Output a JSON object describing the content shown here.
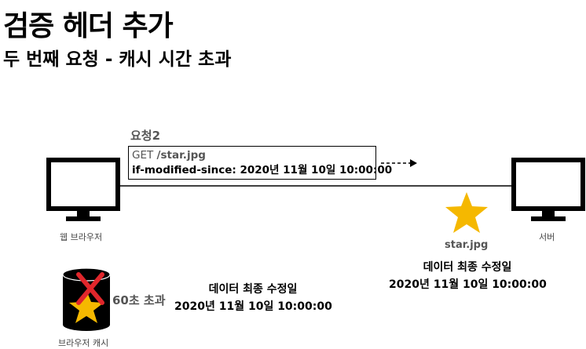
{
  "title": "검증 헤더 추가",
  "subtitle": "두 번째 요청 - 캐시 시간 초과",
  "request": {
    "label": "요청2",
    "method": "GET",
    "path": "/star.jpg",
    "header": "if-modified-since: 2020년 11월 10일 10:00:00"
  },
  "browser": {
    "label": "웹 브라우저"
  },
  "server": {
    "label": "서버",
    "file_name": "star.jpg",
    "modified_label": "데이터 최종 수정일",
    "modified_value": "2020년 11월 10일 10:00:00"
  },
  "cache": {
    "label": "브라우저 캐시",
    "expired_text": "60초 초과",
    "modified_label": "데이터 최종 수정일",
    "modified_value": "2020년 11월 10일 10:00:00"
  },
  "colors": {
    "star": "#f5b800",
    "expired_x": "#e0262b",
    "request_text": "#555555"
  }
}
